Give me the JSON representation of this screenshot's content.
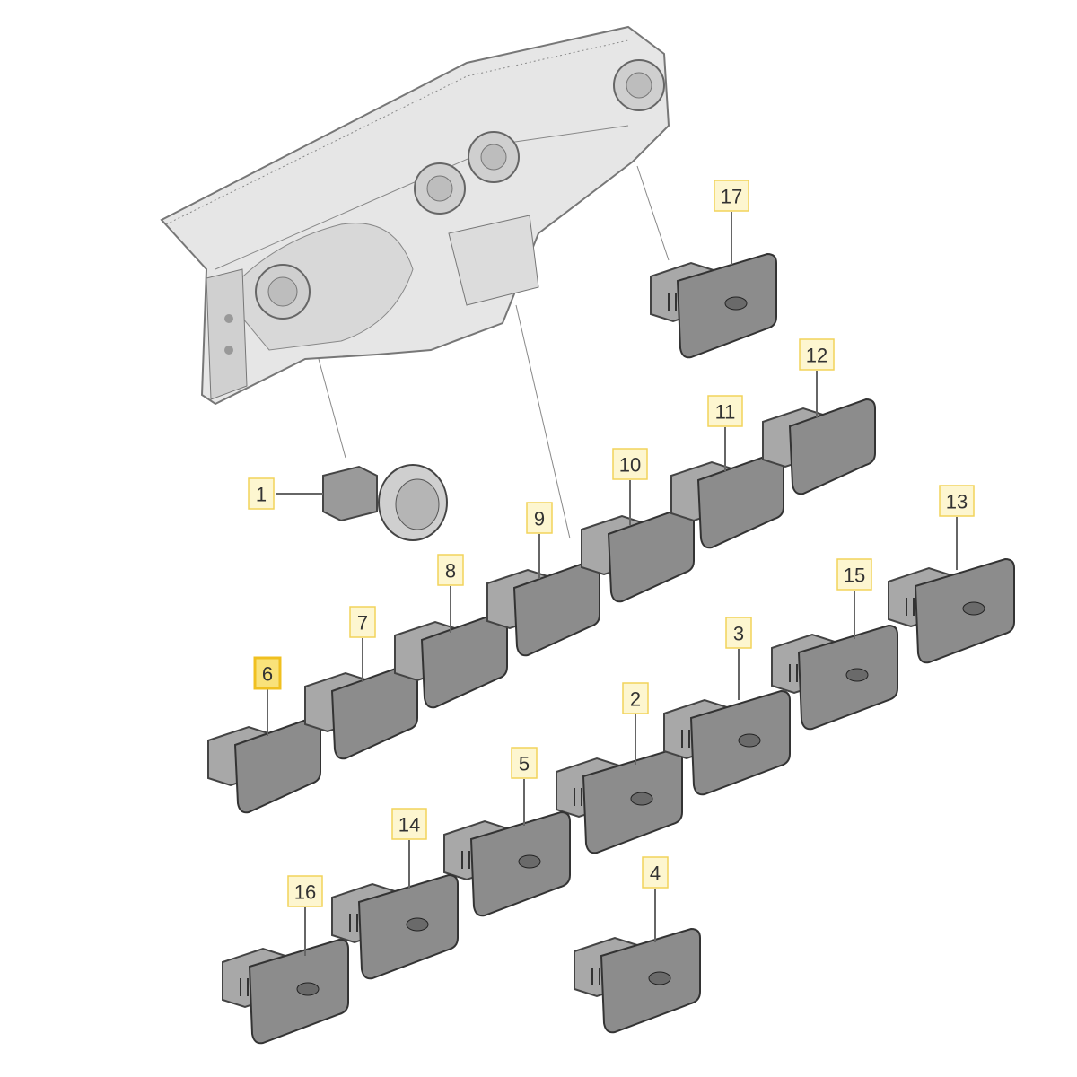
{
  "diagram": {
    "title": "Dashboard switch parts",
    "callouts": [
      "1",
      "2",
      "3",
      "4",
      "5",
      "6",
      "7",
      "8",
      "9",
      "10",
      "11",
      "12",
      "13",
      "14",
      "15",
      "16",
      "17"
    ],
    "highlighted": "6",
    "colors": {
      "label_fill": "#fdf6d0",
      "label_border": "#f2d35a",
      "highlight_fill": "#f9e27a",
      "part_gray": "#8c8c8c"
    }
  }
}
